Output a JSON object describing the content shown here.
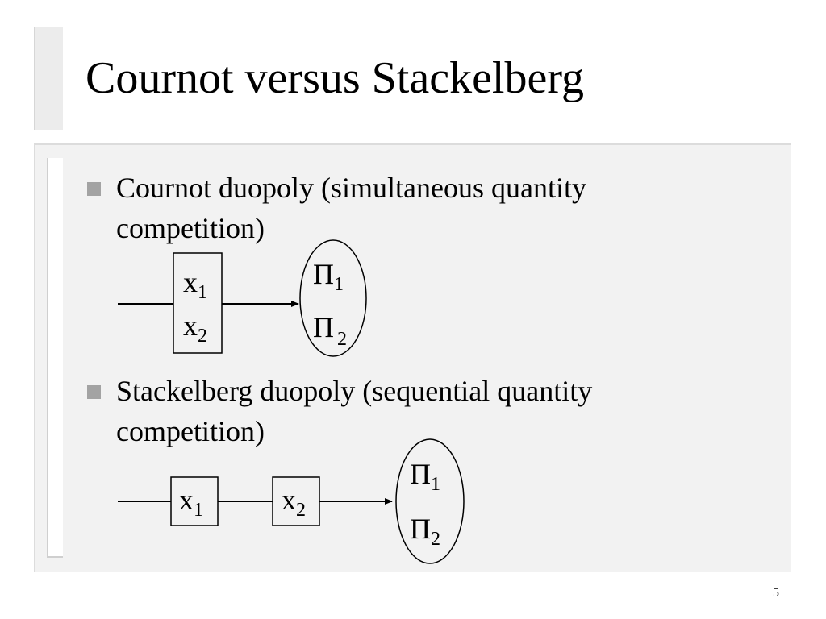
{
  "slide": {
    "title": "Cournot versus Stackelberg",
    "page_number": "5"
  },
  "bullets": [
    {
      "line1": "Cournot duopoly (simultaneous quantity",
      "line2": "competition)"
    },
    {
      "line1": "Stackelberg duopoly (sequential quantity",
      "line2": "competition)"
    }
  ],
  "cournot_diagram": {
    "box_var_1": "x",
    "box_sub_1": "1",
    "box_var_2": "x",
    "box_sub_2": "2",
    "payoff_sym_1": "Π",
    "payoff_sub_1": "1",
    "payoff_sym_2": "Π",
    "payoff_sub_2": "2"
  },
  "stackelberg_diagram": {
    "box1_var": "x",
    "box1_sub": "1",
    "box2_var": "x",
    "box2_sub": "2",
    "payoff_sym_1": "Π",
    "payoff_sub_1": "1",
    "payoff_sym_2": "Π",
    "payoff_sub_2": "2"
  },
  "colors": {
    "bullet_marker": "#a3a3a3",
    "panel_background": "#f2f2f2",
    "text": "#000000"
  }
}
